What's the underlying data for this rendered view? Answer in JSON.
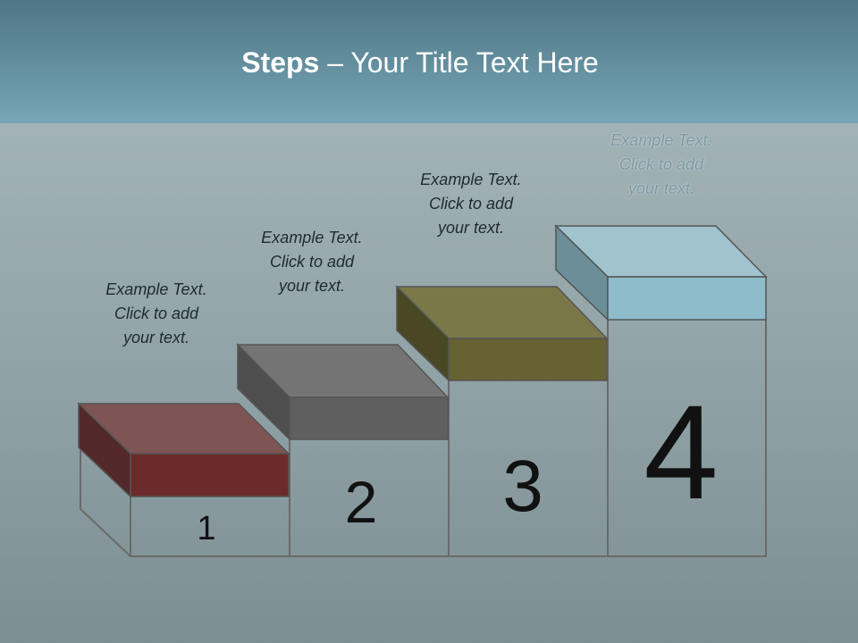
{
  "slide": {
    "title_bold": "Steps",
    "title_rest": " – Your Title Text Here"
  },
  "steps": [
    {
      "number": "1",
      "text_line1": "Example Text.",
      "text_line2": "Click  to add",
      "text_line3": "your text.",
      "color": "#6b2b2b"
    },
    {
      "number": "2",
      "text_line1": "Example Text.",
      "text_line2": "Click  to add",
      "text_line3": "your text.",
      "color": "#5c5c5c"
    },
    {
      "number": "3",
      "text_line1": "Example Text.",
      "text_line2": "Click  to add",
      "text_line3": "your text.",
      "color": "#666232"
    },
    {
      "number": "4",
      "text_line1": "Example Text.",
      "text_line2": "Click  to add",
      "text_line3": "your text.",
      "color": "#8fbccb"
    }
  ]
}
